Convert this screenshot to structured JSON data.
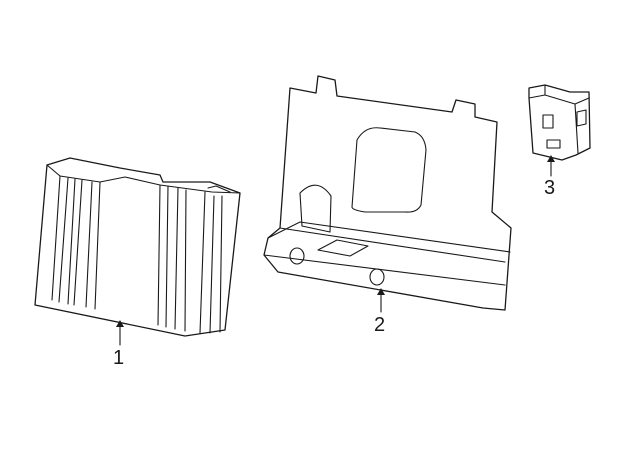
{
  "diagram": {
    "background": "#ffffff",
    "line_color": "#1a1a1a",
    "callouts": [
      {
        "id": "1",
        "label": "1"
      },
      {
        "id": "2",
        "label": "2"
      },
      {
        "id": "3",
        "label": "3"
      }
    ]
  }
}
